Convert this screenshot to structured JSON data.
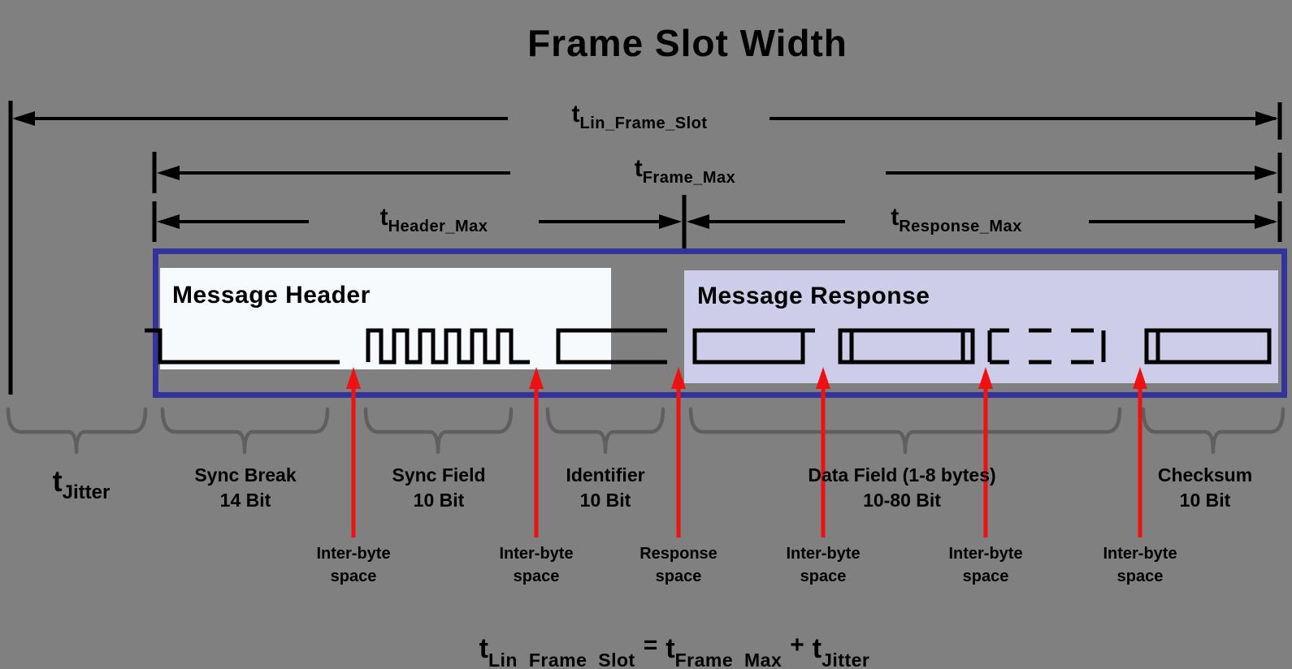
{
  "title": "Frame Slot Width",
  "colors": {
    "background": "#808080",
    "frame_border_blue": "#333399",
    "header_fill": "#f7fafc",
    "response_fill": "#cdcde9",
    "callout_red": "#ee1111",
    "brace_gray": "#5f5f5f",
    "line_black": "#000000"
  },
  "dimensions": {
    "lin_frame_slot": {
      "base": "t",
      "sub": "Lin_Frame_Slot"
    },
    "frame_max": {
      "base": "t",
      "sub": "Frame_Max"
    },
    "header_max": {
      "base": "t",
      "sub": "Header_Max"
    },
    "response_max": {
      "base": "t",
      "sub": "Response_Max"
    }
  },
  "sections": {
    "header_label": "Message Header",
    "response_label": "Message Response"
  },
  "jitter": {
    "base": "t",
    "sub": "Jitter"
  },
  "fields": [
    {
      "line1": "Sync Break",
      "line2": "14 Bit"
    },
    {
      "line1": "Sync Field",
      "line2": "10 Bit"
    },
    {
      "line1": "Identifier",
      "line2": "10 Bit"
    },
    {
      "line1": "Data Field (1-8 bytes)",
      "line2": "10-80 Bit"
    },
    {
      "line1": "Checksum",
      "line2": "10 Bit"
    }
  ],
  "space_callouts": [
    {
      "line1": "Inter-byte",
      "line2": "space"
    },
    {
      "line1": "Inter-byte",
      "line2": "space"
    },
    {
      "line1": "Response",
      "line2": "space"
    },
    {
      "line1": "Inter-byte",
      "line2": "space"
    },
    {
      "line1": "Inter-byte",
      "line2": "space"
    },
    {
      "line1": "Inter-byte",
      "line2": "space"
    }
  ],
  "formula": {
    "t1": "t",
    "sub1": "Lin Frame Slot",
    "equals": "=",
    "t2": "t",
    "sub2": "Frame Max",
    "plus": "+",
    "t3": "t",
    "sub3": "Jitter"
  }
}
